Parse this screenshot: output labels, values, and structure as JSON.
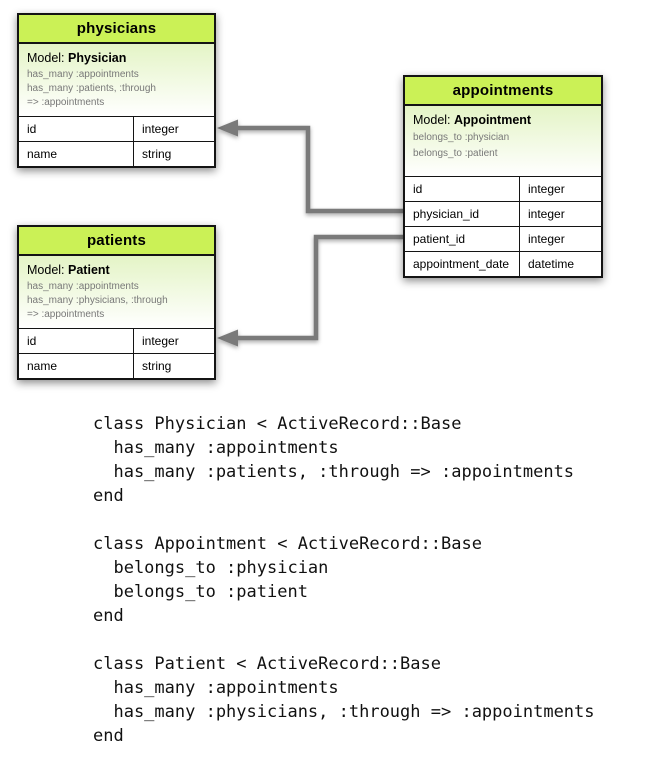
{
  "diagram": {
    "tables": [
      {
        "title": "physicians",
        "model_label": "Model:",
        "model_name": "Physician",
        "associations": [
          "has_many :appointments",
          "has_many :patients, :through",
          "=> :appointments"
        ],
        "columns": [
          {
            "name": "id",
            "type": "integer"
          },
          {
            "name": "name",
            "type": "string"
          }
        ]
      },
      {
        "title": "appointments",
        "model_label": "Model:",
        "model_name": "Appointment",
        "associations": [
          "belongs_to :physician",
          "belongs_to :patient"
        ],
        "columns": [
          {
            "name": "id",
            "type": "integer"
          },
          {
            "name": "physician_id",
            "type": "integer"
          },
          {
            "name": "patient_id",
            "type": "integer"
          },
          {
            "name": "appointment_date",
            "type": "datetime"
          }
        ]
      },
      {
        "title": "patients",
        "model_label": "Model:",
        "model_name": "Patient",
        "associations": [
          "has_many :appointments",
          "has_many :physicians, :through",
          "=> :appointments"
        ],
        "columns": [
          {
            "name": "id",
            "type": "integer"
          },
          {
            "name": "name",
            "type": "string"
          }
        ]
      }
    ],
    "connectors": [
      {
        "from": "appointments.physician_id",
        "to": "physicians.id"
      },
      {
        "from": "appointments.patient_id",
        "to": "patients.id"
      }
    ]
  },
  "code": {
    "blocks": [
      {
        "lines": [
          "class Physician < ActiveRecord::Base",
          "  has_many :appointments",
          "  has_many :patients, :through => :appointments",
          "end"
        ]
      },
      {
        "lines": [
          "class Appointment < ActiveRecord::Base",
          "  belongs_to :physician",
          "  belongs_to :patient",
          "end"
        ]
      },
      {
        "lines": [
          "class Patient < ActiveRecord::Base",
          "  has_many :appointments",
          "  has_many :physicians, :through => :appointments",
          "end"
        ]
      }
    ]
  },
  "colors": {
    "header_green": "#cbf156",
    "body_gradient_top": "#e4f4c6",
    "connector_gray": "#7a7a7a",
    "border_black": "#141414",
    "association_text_gray": "#787878"
  }
}
